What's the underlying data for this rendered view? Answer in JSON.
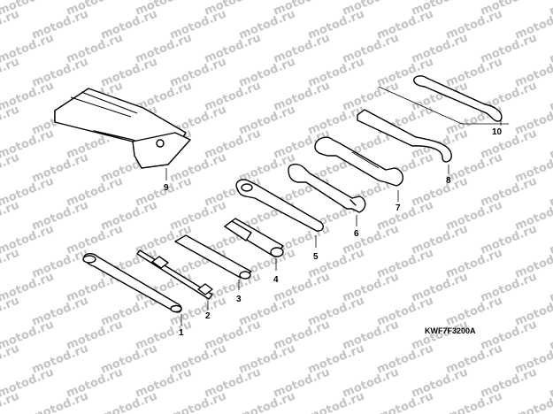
{
  "watermark": "motod.ru",
  "diagram_code": "KWF7F3200A",
  "callouts": [
    "1",
    "2",
    "3",
    "4",
    "5",
    "6",
    "7",
    "8",
    "9",
    "10"
  ]
}
